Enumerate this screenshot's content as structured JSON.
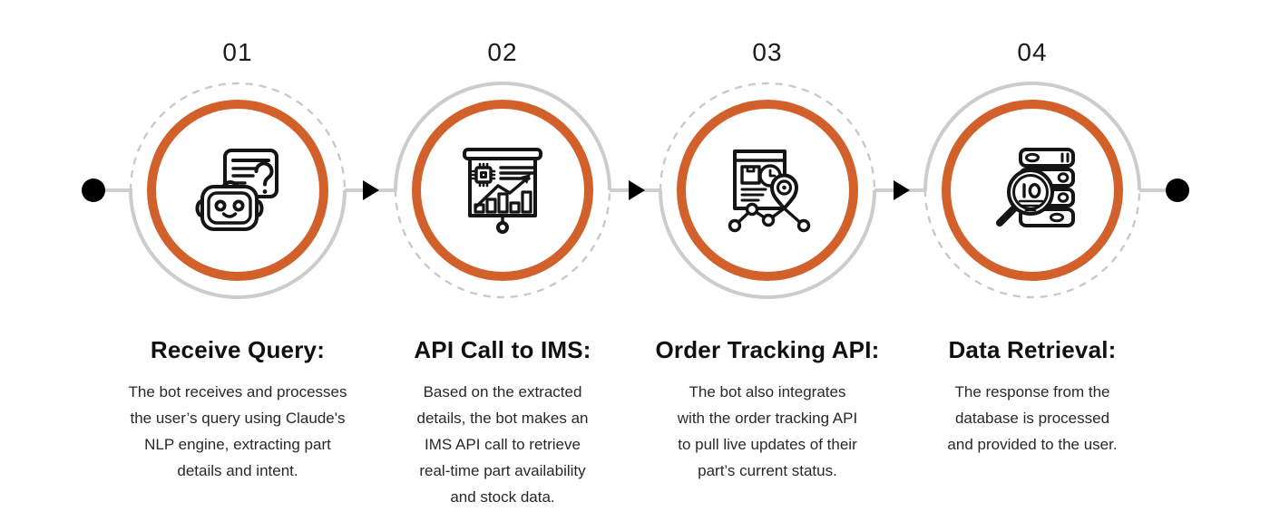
{
  "colors": {
    "accent": "#D2602A",
    "guide": "#cccccc",
    "dash": "#c9c9c9",
    "connector": "#cfcfcf",
    "ink": "#141414"
  },
  "flow": {
    "start_marker": "black-dot",
    "end_marker": "black-dot",
    "arrow_glyph": "right-triangle"
  },
  "steps": [
    {
      "number": "01",
      "title": "Receive Query:",
      "description": "The bot receives and processes\nthe user’s query using Claude's\nNLP engine, extracting part\ndetails and intent.",
      "icon": "chatbot-query-icon"
    },
    {
      "number": "02",
      "title": "API Call to IMS:",
      "description": "Based on the extracted\ndetails, the bot makes an\nIMS API call to retrieve\nreal-time part availability\nand stock data.",
      "icon": "presentation-chart-icon"
    },
    {
      "number": "03",
      "title": "Order Tracking API:",
      "description": "The bot also integrates\nwith the order tracking API\nto pull live updates of their\npart’s current status.",
      "icon": "order-tracking-icon"
    },
    {
      "number": "04",
      "title": "Data Retrieval:",
      "description": "The response from the\ndatabase is processed\nand provided to the user.",
      "icon": "database-search-icon"
    }
  ]
}
